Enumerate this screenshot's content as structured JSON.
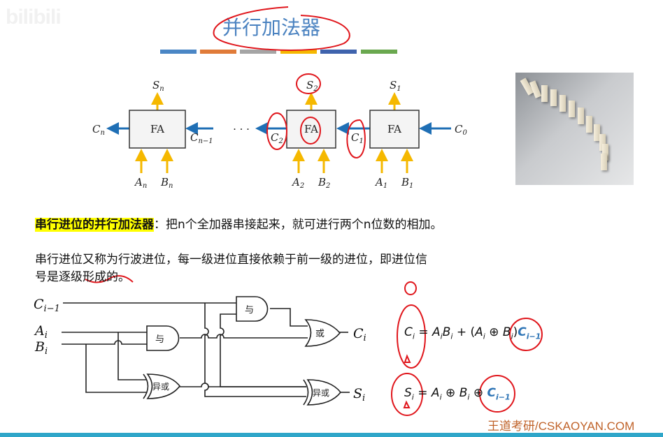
{
  "watermark": "bilibili",
  "title": "并行加法器",
  "accent_colors": [
    "#4a86c5",
    "#e07b39",
    "#a5a5a5",
    "#f5b800",
    "#3f63ad",
    "#6aa84f"
  ],
  "fa_chain": {
    "box_label": "FA",
    "ellipsis": "· · ·",
    "stages": [
      {
        "sum": {
          "base": "S",
          "sub": "n"
        },
        "a": {
          "base": "A",
          "sub": "n"
        },
        "b": {
          "base": "B",
          "sub": "n"
        },
        "carry_out": {
          "base": "C",
          "sub": "n"
        },
        "carry_in": {
          "base": "C",
          "sub": "n−1"
        }
      },
      {
        "sum": {
          "base": "S",
          "sub": "2"
        },
        "a": {
          "base": "A",
          "sub": "2"
        },
        "b": {
          "base": "B",
          "sub": "2"
        },
        "carry_out": {
          "base": "C",
          "sub": "2"
        },
        "carry_in": {
          "base": "C",
          "sub": "1"
        }
      },
      {
        "sum": {
          "base": "S",
          "sub": "1"
        },
        "a": {
          "base": "A",
          "sub": "1"
        },
        "b": {
          "base": "B",
          "sub": "1"
        },
        "carry_in": {
          "base": "C",
          "sub": "0"
        }
      }
    ]
  },
  "highlight": {
    "term": "串行进位的并行加法器",
    "rest": "：把n个全加器串接起来，就可进行两个n位数的相加。"
  },
  "paragraph": {
    "line1": "串行进位又称为行波进位，每一级进位直接依赖于前一级的进位，即进位信",
    "line2": "号是逐级形成的。"
  },
  "circuit": {
    "inputs": {
      "carry": {
        "base": "C",
        "sub": "i−1"
      },
      "a": {
        "base": "A",
        "sub": "i"
      },
      "b": {
        "base": "B",
        "sub": "i"
      }
    },
    "outputs": {
      "carry": {
        "base": "C",
        "sub": "i"
      },
      "sum": {
        "base": "S",
        "sub": "i"
      }
    },
    "gates": {
      "and": "与",
      "or": "或",
      "xor": "异或"
    }
  },
  "formulas": {
    "carry": {
      "lhs": "C",
      "lhs_sub": "i",
      "eq": " = ",
      "t1": "A",
      "t1s": "i",
      "t2": "B",
      "t2s": "i",
      "plus": " + (",
      "t3": "A",
      "t3s": "i",
      "xor": " ⊕ ",
      "t4": "B",
      "t4s": "i",
      "close": ")",
      "cin": "C",
      "cin_sub": "i−1"
    },
    "sum": {
      "lhs": "S",
      "lhs_sub": "i",
      "eq": " = ",
      "t1": "A",
      "t1s": "i",
      "xor1": " ⊕ ",
      "t2": "B",
      "t2s": "i",
      "xor2": " ⊕ ",
      "cin": "C",
      "cin_sub": "i−1"
    }
  },
  "footer": "王道考研/CSKAOYAN.COM"
}
